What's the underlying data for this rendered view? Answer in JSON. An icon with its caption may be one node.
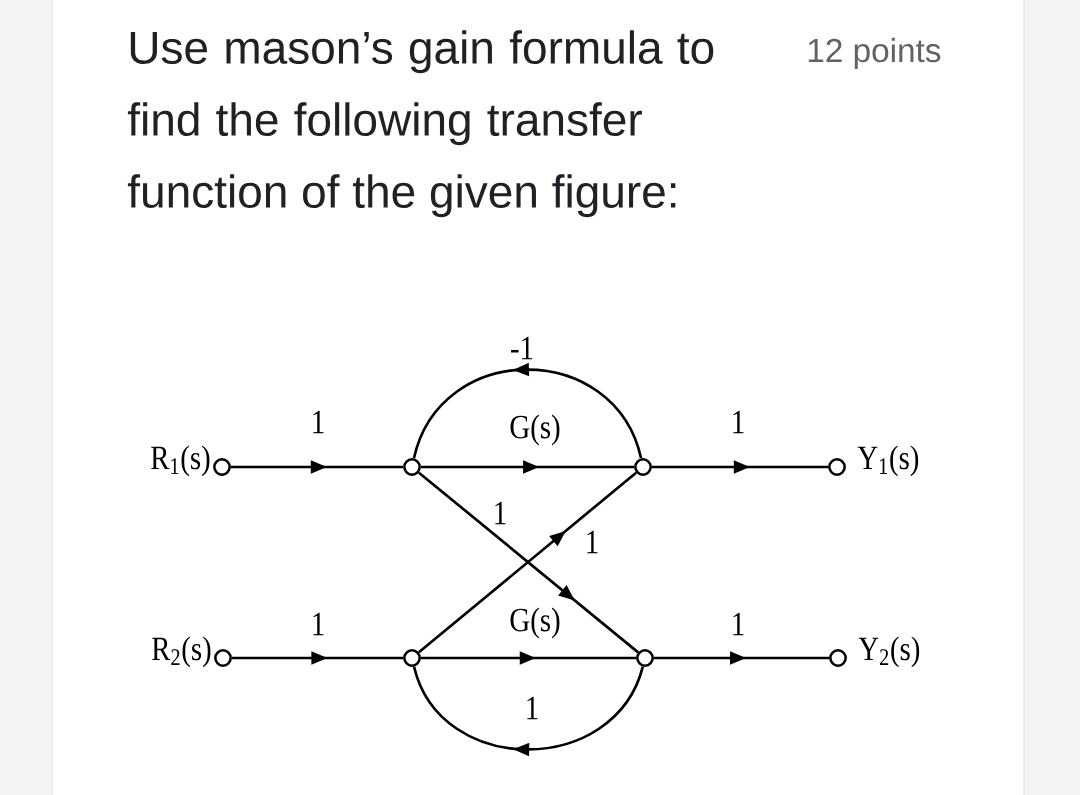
{
  "diagram": {
    "title": "Use mason’s gain formula to find the following transfer function of the given figure:",
    "nodes": [
      {
        "text": [],
        "shape": "circle",
        "beside": [
          "R$_{1}$(s)"
        ]
      },
      {
        "text": [],
        "shape": "circle"
      },
      {
        "text": [],
        "shape": "circle"
      },
      {
        "text": [],
        "shape": "circle",
        "beside": [
          "Y$_{1}$(s)"
        ]
      },
      {
        "text": [],
        "shape": "circle",
        "beside": [
          "R$_{2}$(s)"
        ]
      },
      {
        "text": [],
        "shape": "circle"
      },
      {
        "text": [],
        "shape": "circle"
      },
      {
        "text": [],
        "shape": "circle",
        "beside": [
          "Y$_{2}$(s)"
        ]
      }
    ],
    "edges": [
      {
        "from": 0,
        "to": 1,
        "arrow": "to",
        "label": "1"
      },
      {
        "from": 1,
        "to": 2,
        "arrow": "to",
        "label": "G(s)"
      },
      {
        "from": 2,
        "to": 1,
        "arrow": "to",
        "label": "-1"
      },
      {
        "from": 2,
        "to": 3,
        "arrow": "to",
        "label": "1"
      },
      {
        "from": 1,
        "to": 6,
        "arrow": "to",
        "label": "1"
      },
      {
        "from": 5,
        "to": 2,
        "arrow": "to",
        "label": "1"
      },
      {
        "from": 4,
        "to": 5,
        "arrow": "to",
        "label": "1"
      },
      {
        "from": 5,
        "to": 6,
        "arrow": "to",
        "label": "G(s)"
      },
      {
        "from": 6,
        "to": 5,
        "arrow": "to",
        "label": "1"
      },
      {
        "from": 6,
        "to": 7,
        "arrow": "to",
        "label": "1"
      }
    ],
    "labels": [
      "12 points"
    ]
  }
}
